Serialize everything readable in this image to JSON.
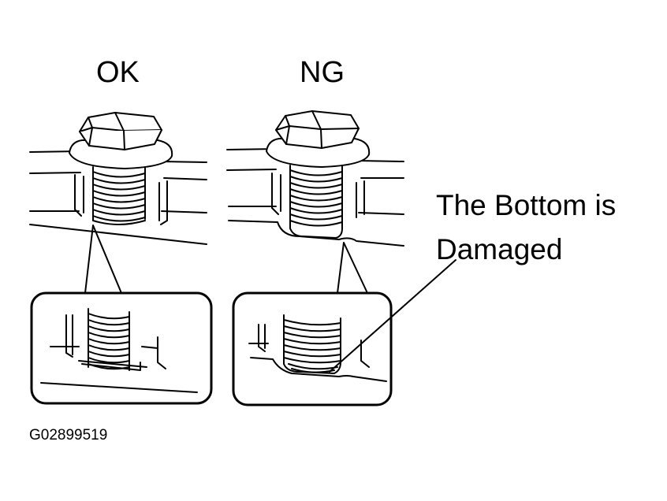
{
  "labels": {
    "ok": "OK",
    "ng": "NG",
    "note_line1": "The Bottom is",
    "note_line2": "Damaged",
    "figure_id": "G02899519"
  },
  "colors": {
    "ink": "#000000",
    "paper": "#ffffff"
  },
  "icons": {
    "ok_bolt": "hex-flange-bolt-icon",
    "ng_bolt": "hex-flange-bolt-damaged-icon"
  }
}
